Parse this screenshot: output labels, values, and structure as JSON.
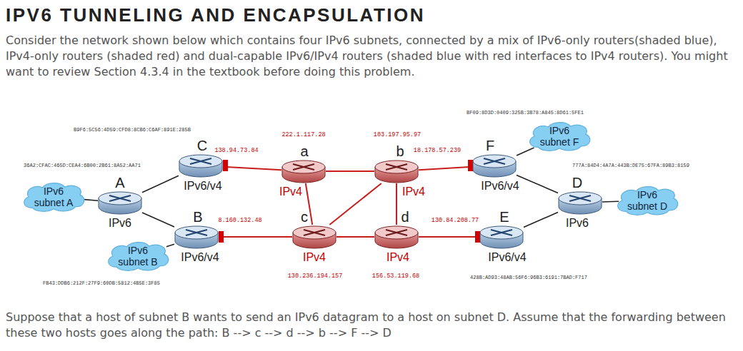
{
  "diagram": {
    "title": "IPV6 TUNNELING AND ENCAPSULATION",
    "nodes": [
      {
        "text": [
          "IPv6 subnet A"
        ]
      },
      {
        "text": [
          "A",
          "IPv6"
        ]
      },
      {
        "text": [
          "C",
          "IPv6/v4"
        ]
      },
      {
        "text": [
          "B",
          "IPv6/v4"
        ]
      },
      {
        "text": [
          "IPv6 subnet B"
        ]
      },
      {
        "text": [
          "a",
          "IPv4"
        ]
      },
      {
        "text": [
          "c",
          "IPv4"
        ]
      },
      {
        "text": [
          "b",
          "IPv4"
        ]
      },
      {
        "text": [
          "d",
          "IPv4"
        ]
      },
      {
        "text": [
          "F",
          "IPv6/v4"
        ]
      },
      {
        "text": [
          "IPv6 subnet F"
        ]
      },
      {
        "text": [
          "E",
          "IPv6/v4"
        ]
      },
      {
        "text": [
          "D",
          "IPv6"
        ]
      },
      {
        "text": [
          "IPv6 subnet D"
        ]
      }
    ],
    "edges": [
      {
        "from": 0,
        "to": 1,
        "arrow": "none"
      },
      {
        "from": 1,
        "to": 2,
        "arrow": "none"
      },
      {
        "from": 1,
        "to": 3,
        "arrow": "none"
      },
      {
        "from": 4,
        "to": 3,
        "arrow": "none"
      },
      {
        "from": 2,
        "to": 5,
        "arrow": "none"
      },
      {
        "from": 3,
        "to": 6,
        "arrow": "none"
      },
      {
        "from": 5,
        "to": 7,
        "arrow": "none"
      },
      {
        "from": 5,
        "to": 6,
        "arrow": "none"
      },
      {
        "from": 7,
        "to": 6,
        "arrow": "none"
      },
      {
        "from": 7,
        "to": 8,
        "arrow": "none"
      },
      {
        "from": 6,
        "to": 8,
        "arrow": "none"
      },
      {
        "from": 7,
        "to": 9,
        "arrow": "none"
      },
      {
        "from": 8,
        "to": 11,
        "arrow": "none"
      },
      {
        "from": 9,
        "to": 10,
        "arrow": "none"
      },
      {
        "from": 9,
        "to": 12,
        "arrow": "none"
      },
      {
        "from": 11,
        "to": 12,
        "arrow": "none"
      },
      {
        "from": 12,
        "to": 13,
        "arrow": "none"
      }
    ],
    "labels": [
      "Consider the network shown below which contains four IPv6 subnets, connected by a mix of IPv6-only routers(shaded blue), IPv4-only routers (shaded red) and dual-capable IPv6/IPv4 routers (shaded blue with red interfaces to IPv4 routers). You might want to review Section 4.3.4 in the textbook before doing this problem.",
      "Suppose that a host of subnet B wants to send an IPv6 datagram to a host on subnet D. Assume that the forwarding between these two hosts goes along the path: B --> c --> d --> b --> F --> D",
      "B9F6:5C56:4D59:CFD8:8CB6:C6AF:891E:285B",
      "36A2:CFAC:465D:CEA4:6B00:2B61:8A52:AA71",
      "138.94.73.84",
      "222.1.117.28",
      "103.197.95.97",
      "18.178.57.239",
      "BF09:8D3D:0409:325B:3B78:A845:8D61:5FE1",
      "777A:84D4:4A7A:443B:DE75:67FA:89B3:8159",
      "8.160.132.48",
      "130.84.208.77",
      "130.236.194.157",
      "156.53.119.68",
      "428B:AD93:48AB:56F6:96B3:6191:7BAD:F717",
      "FB43:DDB6:212F:27F9:60DB:5812:4B5E:3F85"
    ]
  }
}
